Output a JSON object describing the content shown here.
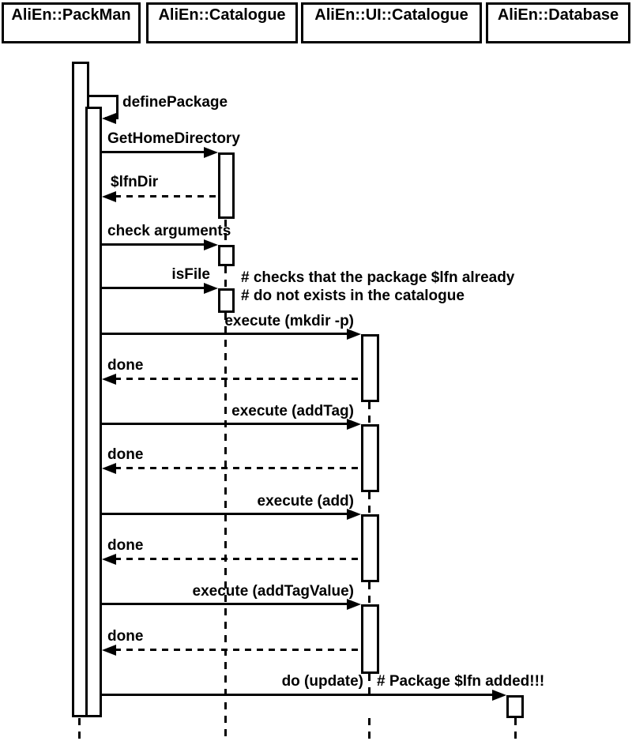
{
  "participants": [
    {
      "label": "AliEn::PackMan"
    },
    {
      "label": "AliEn::Catalogue"
    },
    {
      "label": "AliEn::UI::Catalogue"
    },
    {
      "label": "AliEn::Database"
    }
  ],
  "messages": [
    {
      "label": "definePackage",
      "type": "self-call",
      "from": "AliEn::PackMan",
      "to": "AliEn::PackMan"
    },
    {
      "label": "GetHomeDirectory",
      "type": "call",
      "from": "AliEn::PackMan",
      "to": "AliEn::Catalogue"
    },
    {
      "label": "$lfnDir",
      "type": "return",
      "from": "AliEn::Catalogue",
      "to": "AliEn::PackMan"
    },
    {
      "label": "check arguments",
      "type": "call",
      "from": "AliEn::PackMan",
      "to": "AliEn::Catalogue"
    },
    {
      "label": "isFile",
      "type": "call",
      "from": "AliEn::PackMan",
      "to": "AliEn::Catalogue"
    },
    {
      "label": "execute (mkdir -p)",
      "type": "call",
      "from": "AliEn::PackMan",
      "to": "AliEn::UI::Catalogue"
    },
    {
      "label": "done",
      "type": "return",
      "from": "AliEn::UI::Catalogue",
      "to": "AliEn::PackMan"
    },
    {
      "label": "execute (addTag)",
      "type": "call",
      "from": "AliEn::PackMan",
      "to": "AliEn::UI::Catalogue"
    },
    {
      "label": "done",
      "type": "return",
      "from": "AliEn::UI::Catalogue",
      "to": "AliEn::PackMan"
    },
    {
      "label": "execute (add)",
      "type": "call",
      "from": "AliEn::PackMan",
      "to": "AliEn::UI::Catalogue"
    },
    {
      "label": "done",
      "type": "return",
      "from": "AliEn::UI::Catalogue",
      "to": "AliEn::PackMan"
    },
    {
      "label": "execute (addTagValue)",
      "type": "call",
      "from": "AliEn::PackMan",
      "to": "AliEn::UI::Catalogue"
    },
    {
      "label": "done",
      "type": "return",
      "from": "AliEn::UI::Catalogue",
      "to": "AliEn::PackMan"
    },
    {
      "label": "do (update)",
      "type": "call",
      "from": "AliEn::PackMan",
      "to": "AliEn::Database"
    }
  ],
  "comments": [
    "# checks that the package $lfn already",
    "# do not exists in the catalogue",
    "# Package $lfn added!!!"
  ],
  "colors": {
    "line": "#000000",
    "background": "#ffffff"
  }
}
